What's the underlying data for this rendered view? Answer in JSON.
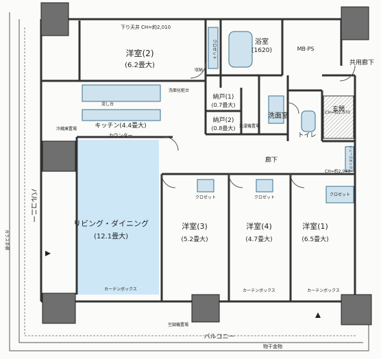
{
  "rooms": {
    "bedroom2": "洋室(2)",
    "bedroom2_size": "(6.2畳大)",
    "bath": "浴室",
    "bath_size": "(1620)",
    "mbps": "MB·PS",
    "common_hall": "共用廊下",
    "storage1": "納戸(1)",
    "storage1_size": "(0.7畳大)",
    "storage2": "納戸(2)",
    "storage2_size": "(0.8畳大)",
    "washroom": "洗面室",
    "toilet": "トイレ",
    "entrance": "玄関",
    "kitchen": "キッチン(4.4畳大)",
    "hallway": "廊下",
    "living": "リビング・ダイニング",
    "living_size": "(12.1畳大)",
    "bedroom3": "洋室(3)",
    "bedroom3_size": "(5.2畳大)",
    "bedroom4": "洋室(4)",
    "bedroom4_size": "(4.7畳大)",
    "bedroom1": "洋室(1)",
    "bedroom1_size": "(6.5畳大)",
    "balcony_left": "バルコニー",
    "balcony_bottom": "バルコニー"
  },
  "labels": {
    "ceiling_down": "下り天井",
    "ch_2010": "CH=約2,010",
    "ch_2070": "CH=約2,070",
    "ch_2040": "CH=約2,040",
    "closet": "クロゼット",
    "counter": "カウンター",
    "curtain_box": "カーテンボックス",
    "storage": "収納",
    "shoe_box": "シューズボックス",
    "washer": "洗濯機置場",
    "aircon": "空調機置場",
    "wash_basin": "洗面化粧台",
    "sink": "流し台",
    "fridge": "冷蔵庫置場",
    "floor_fitting": "物干金物",
    "glass_handrail": "ガラス手摺"
  }
}
